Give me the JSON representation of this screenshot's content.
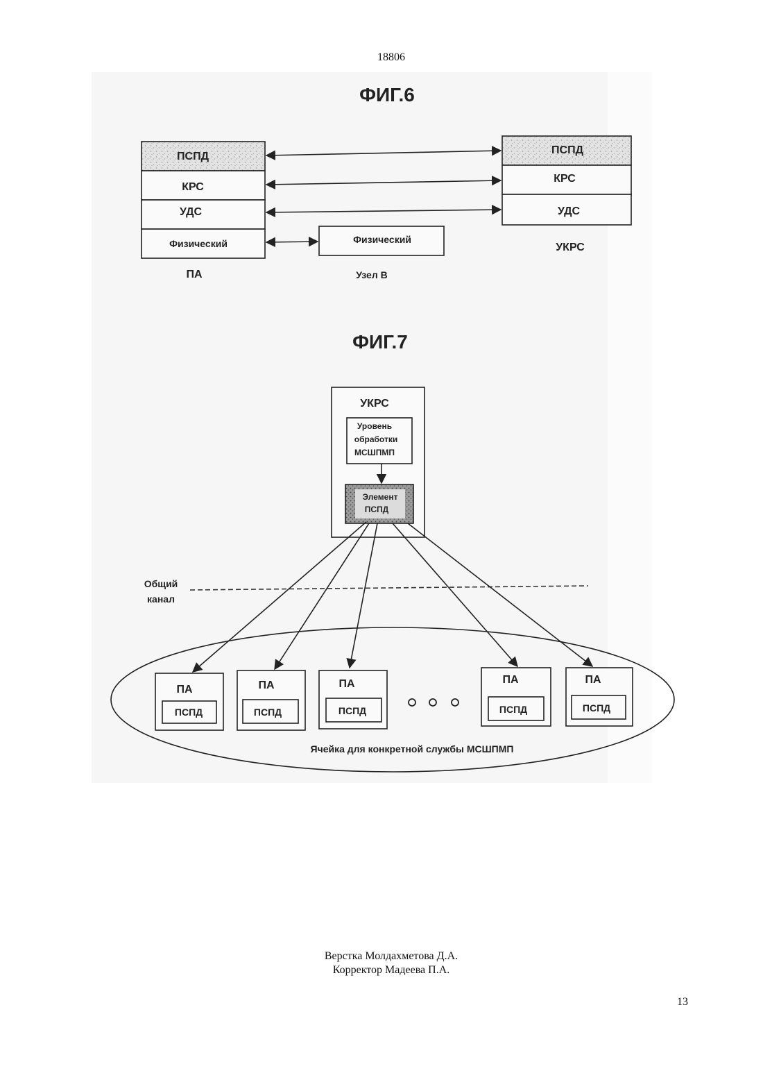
{
  "header": {
    "doc_number": "18806"
  },
  "fig6": {
    "title": "ФИГ.6",
    "left_stack": {
      "layers": [
        "ПСПД",
        "КРС",
        "УДС",
        "Физический"
      ],
      "caption": "ПА"
    },
    "middle_box": {
      "label": "Физический",
      "caption": "Узел В"
    },
    "right_stack": {
      "layers": [
        "ПСПД",
        "КРС",
        "УДС"
      ],
      "caption": "УКРС"
    }
  },
  "fig7": {
    "title": "ФИГ.7",
    "ukrs": {
      "label": "УКРС",
      "processing_level": [
        "Уровень",
        "обработки",
        "МСШПМП"
      ],
      "element": [
        "Элемент",
        "ПСПД"
      ]
    },
    "common_channel": [
      "Общий",
      "канал"
    ],
    "terminals": [
      {
        "label": "ПА",
        "inner": "ПСПД"
      },
      {
        "label": "ПА",
        "inner": "ПСПД"
      },
      {
        "label": "ПА",
        "inner": "ПСПД"
      },
      {
        "label": "ПА",
        "inner": "ПСПД"
      },
      {
        "label": "ПА",
        "inner": "ПСПД"
      }
    ],
    "cell_caption": "Ячейка для конкретной службы МСШПМП"
  },
  "footer": {
    "credits": [
      "Верстка Молдахметова Д.А.",
      "Корректор Мадеева П.А."
    ],
    "page_number": "13"
  }
}
